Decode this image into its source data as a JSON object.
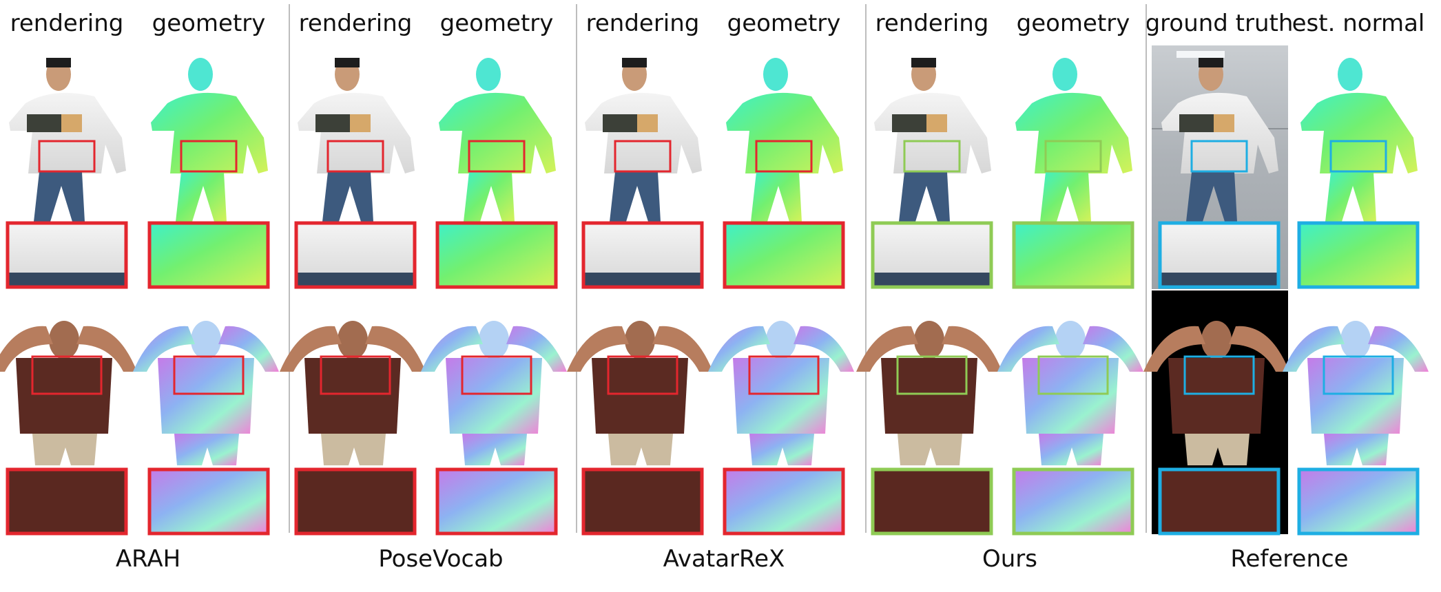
{
  "figure": {
    "methods": [
      {
        "name": "ARAH",
        "left_label": "rendering",
        "right_label": "geometry"
      },
      {
        "name": "PoseVocab",
        "left_label": "rendering",
        "right_label": "geometry"
      },
      {
        "name": "AvatarReX",
        "left_label": "rendering",
        "right_label": "geometry"
      },
      {
        "name": "Ours",
        "left_label": "rendering",
        "right_label": "geometry"
      },
      {
        "name": "Reference",
        "left_label": "ground truth",
        "right_label": "est. normal"
      }
    ],
    "colors": {
      "baseline_box": "#e3262e",
      "ours_box": "#8fcb55",
      "reference_box": "#1eaee3",
      "separator": "#bdbdbd"
    }
  }
}
